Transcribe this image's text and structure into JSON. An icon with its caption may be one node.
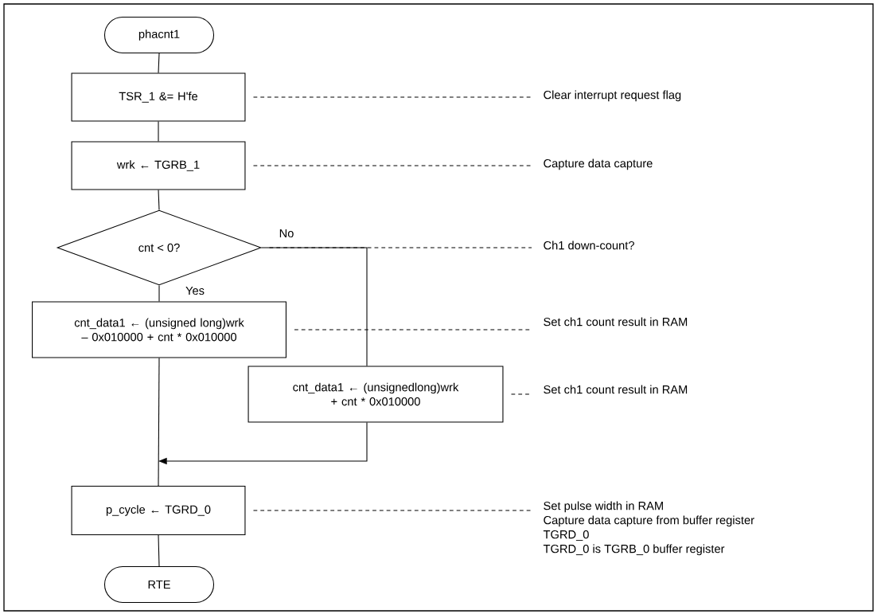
{
  "diagram": {
    "nodes": [
      {
        "text": [
          "phacnt1"
        ]
      },
      {
        "text": [
          "TSR_1 &= H'fe"
        ]
      },
      {
        "text": [
          "wrk ← TGRB_1"
        ]
      },
      {
        "text": [
          "cnt < 0?"
        ]
      },
      {
        "text": [
          "cnt_data1 ← (unsigned long)wrk – 0x010000 + cnt * 0x010000"
        ]
      },
      {
        "text": [
          "cnt_data1 ← (unsignedlong)wrk + cnt * 0x010000"
        ]
      },
      {
        "text": [
          "p_cycle ← TGRD_0"
        ]
      },
      {
        "text": [
          "RTE"
        ]
      },
      {
        "text": [
          "Clear interrupt request flag"
        ]
      },
      {
        "text": [
          "Capture data capture"
        ]
      },
      {
        "text": [
          "Ch1 down-count?"
        ]
      },
      {
        "text": [
          "Set ch1 count result in RAM"
        ]
      },
      {
        "text": [
          "Set ch1 count result in RAM"
        ]
      },
      {
        "text": [
          "Set pulse width in RAM",
          "Capture data capture from buffer register",
          "TGRD_0",
          "TGRD_0 is TGRB_0 buffer register"
        ]
      }
    ],
    "edges": [
      {
        "from": 0,
        "to": 1,
        "arrow": "none"
      },
      {
        "from": 1,
        "to": 2,
        "arrow": "none"
      },
      {
        "from": 2,
        "to": 3,
        "arrow": "none"
      },
      {
        "from": 3,
        "to": 4,
        "arrow": "none",
        "label": "Yes"
      },
      {
        "from": 3,
        "to": 5,
        "arrow": "none",
        "label": "No"
      },
      {
        "from": 4,
        "to": 6,
        "arrow": "none"
      },
      {
        "from": 5,
        "to": 6,
        "arrow": "to"
      },
      {
        "from": 6,
        "to": 7,
        "arrow": "none"
      },
      {
        "from": 1,
        "to": 8,
        "arrow": "none",
        "style": "dashed"
      },
      {
        "from": 2,
        "to": 9,
        "arrow": "none",
        "style": "dashed"
      },
      {
        "from": 3,
        "to": 10,
        "arrow": "none",
        "style": "dashed"
      },
      {
        "from": 4,
        "to": 11,
        "arrow": "none",
        "style": "dashed"
      },
      {
        "from": 5,
        "to": 12,
        "arrow": "none",
        "style": "dashed"
      },
      {
        "from": 6,
        "to": 13,
        "arrow": "none",
        "style": "dashed"
      }
    ]
  }
}
